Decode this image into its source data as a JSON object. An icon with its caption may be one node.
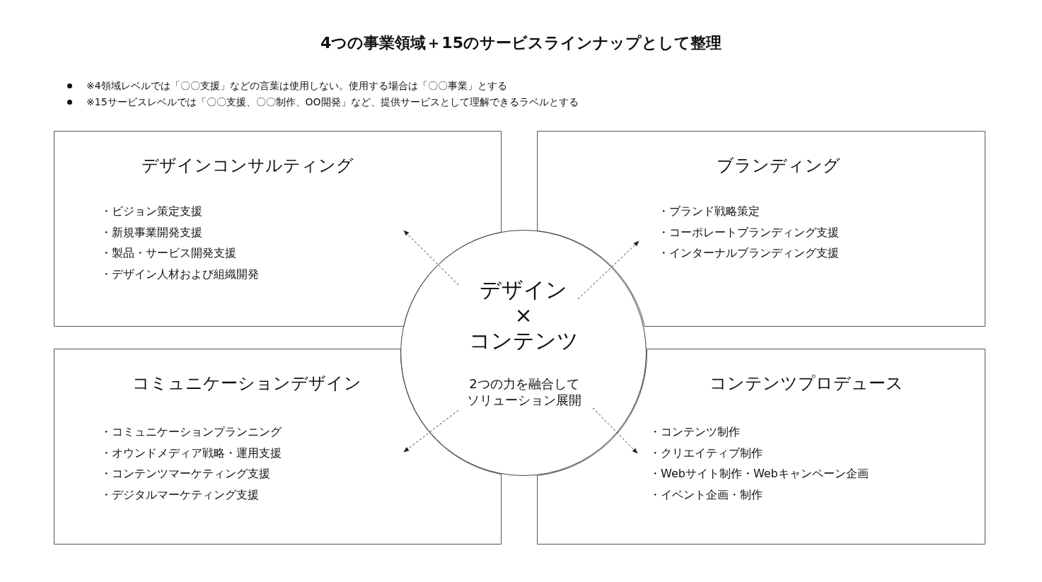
{
  "diagram": {
    "title": "4つの事業領域＋15のサービスラインナップとして整理",
    "nodes": [
      {
        "text": [
          "デザインコンサルティング",
          "・ビジョン策定支援",
          "・新規事業開発支援",
          "・製品・サービス開発支援",
          "・デザイン人材および組織開発"
        ]
      },
      {
        "text": [
          "ブランディング",
          "・ブランド戦略策定",
          "・コーポレートブランディング支援",
          "・インターナルブランディング支援"
        ]
      },
      {
        "text": [
          "コミュニケーションデザイン",
          "・コミュニケーションプランニング",
          "・オウンドメディア戦略・運用支援",
          "・コンテンツマーケティング支援",
          "・デジタルマーケティング支援"
        ]
      },
      {
        "text": [
          "コンテンツプロデュース",
          "・コンテンツ制作",
          "・クリエイティブ制作",
          "・Webサイト制作・Webキャンペーン企画",
          "・イベント企画・制作"
        ]
      },
      {
        "text": [
          "デザイン",
          "×",
          "コンテンツ",
          "2つの力を融合してソリューション展開"
        ]
      }
    ],
    "edges": [
      {
        "from": 4,
        "to": 0,
        "arrow": "to",
        "style": "dashed"
      },
      {
        "from": 4,
        "to": 1,
        "arrow": "to",
        "style": "dashed"
      },
      {
        "from": 4,
        "to": 2,
        "arrow": "to",
        "style": "dashed"
      },
      {
        "from": 4,
        "to": 3,
        "arrow": "to",
        "style": "dashed"
      }
    ],
    "labels": [
      "※4領域レベルでは「〇〇支援」などの言葉は使用しない。使用する場合は「〇〇事業」とする",
      "※15サービスレベルでは「〇〇支援、〇〇制作、OO開発」など、提供サービスとして理解できるラベルとする"
    ]
  }
}
